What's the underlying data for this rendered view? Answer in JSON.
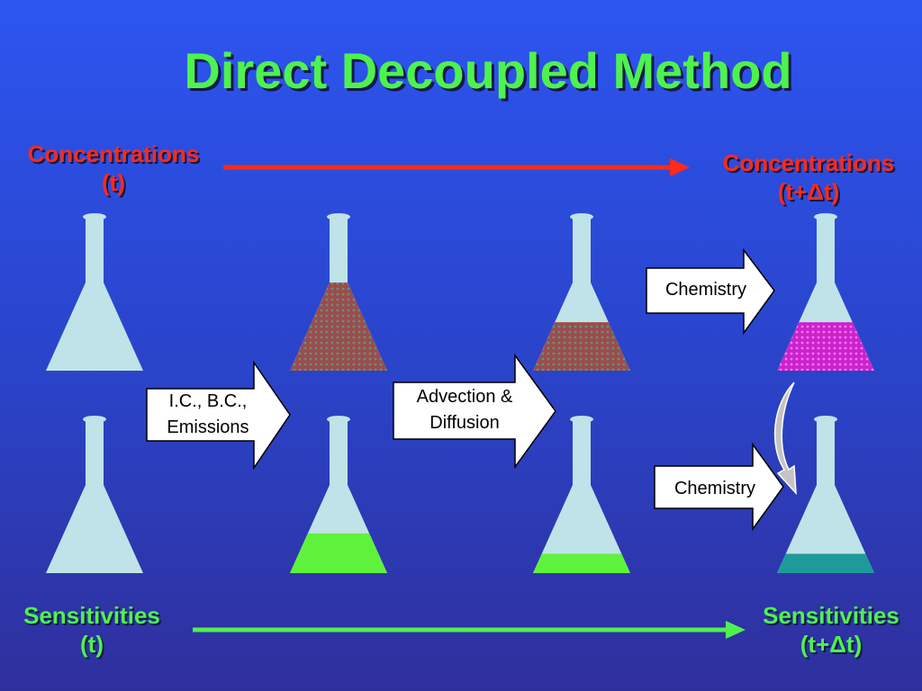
{
  "title": "Direct Decoupled Method",
  "labels": {
    "conc_t": [
      "Concentrations",
      "(t)"
    ],
    "conc_tdt": [
      "Concentrations",
      "(t+Δt)"
    ],
    "sens_t": [
      "Sensitivities",
      "(t)"
    ],
    "sens_tdt": [
      "Sensitivities",
      "(t+Δt)"
    ]
  },
  "steps": {
    "icbc": [
      "I.C., B.C.,",
      "Emissions"
    ],
    "advection": [
      "Advection &",
      "Diffusion"
    ],
    "chemistry_top": "Chemistry",
    "chemistry_bottom": "Chemistry"
  },
  "colors": {
    "title": "#4ef24e",
    "concentration_arrow": "#ff2a1a",
    "sensitivity_arrow": "#4ef24e",
    "flask_glass": "#bfe3e8",
    "concentration_fill": "#a04a4a",
    "chemistry_fill": "#cc22cc",
    "sensitivity_fill": "#5ef23c",
    "final_sensitivity_fill": "#1f9a9a"
  },
  "flasks": {
    "top": [
      {
        "fill_level": 0,
        "fill": "none"
      },
      {
        "fill_level": 1.0,
        "fill": "concentration"
      },
      {
        "fill_level": 0.55,
        "fill": "concentration"
      },
      {
        "fill_level": 0.55,
        "fill": "chemistry"
      }
    ],
    "bottom": [
      {
        "fill_level": 0,
        "fill": "none"
      },
      {
        "fill_level": 0.45,
        "fill": "sensitivity"
      },
      {
        "fill_level": 0.22,
        "fill": "sensitivity"
      },
      {
        "fill_level": 0.22,
        "fill": "final_sensitivity"
      }
    ]
  }
}
